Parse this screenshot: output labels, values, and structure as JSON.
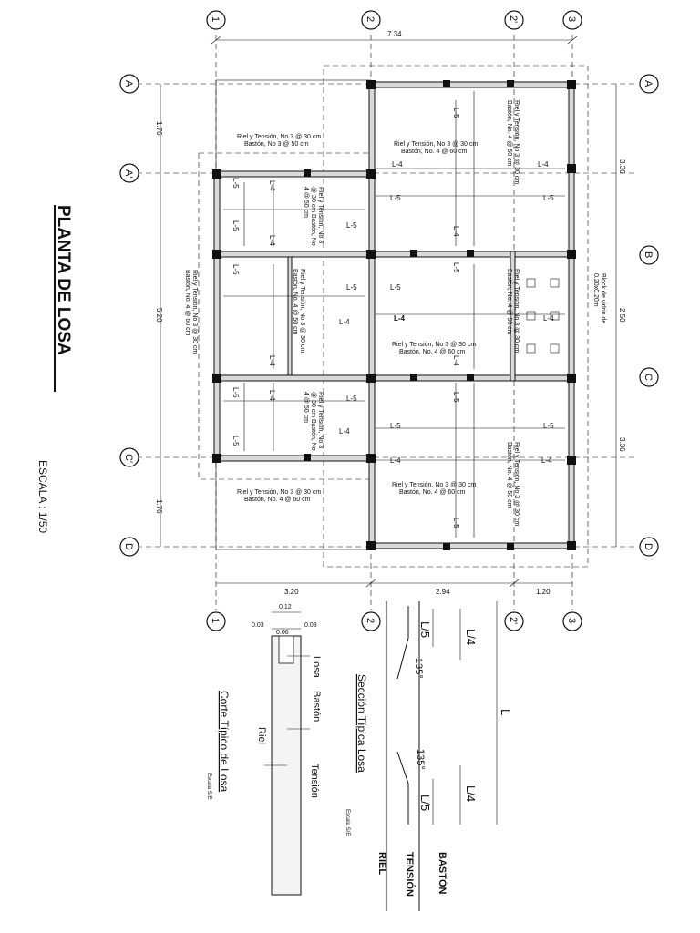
{
  "title": "PLANTA DE LOSA",
  "scale": "ESCALA : 1/50",
  "axes": {
    "top": [
      "1",
      "2",
      "2'",
      "3"
    ],
    "bottom": [
      "1",
      "2",
      "2'",
      "3"
    ],
    "left": [
      "A",
      "A'",
      "C'",
      "D"
    ],
    "right": [
      "A",
      "B",
      "C",
      "D"
    ]
  },
  "dims": {
    "top_total": "7.34",
    "bottom": [
      "3.20",
      "2.94",
      "1.20"
    ],
    "left": [
      "1.76",
      "5.20",
      "1.76"
    ],
    "right": [
      "3.36",
      "2.50",
      "3.36"
    ]
  },
  "notes": {
    "riel_30_baston_60": [
      "Riel y Tensión, No 3 @ 30 cm",
      "Bastón, No. 4 @ 60 cm"
    ],
    "riel_30_baston_50": [
      "Riel y Tensión, No 3 @ 30 cm",
      "Bastón, No 3 @ 50 cm"
    ],
    "riel_vert_1": [
      "Riel y Tensión, No 3",
      "@ 30 cm Bastón, No",
      "4 @ 50 cm"
    ],
    "riel_vert_2": [
      "Riel y Tensión, No 3 @ 30 cm",
      "Bastón, No. 4 @ 60 cm"
    ],
    "riel_vert_3": [
      "Riel y Tensión, No 3 @ 30 cm",
      "Bastón, No. 4 @ 50 cm"
    ],
    "block": [
      "Block de vidrio de",
      "0.20x0.20m"
    ]
  },
  "bar_labels": {
    "l4": "L-4",
    "l5": "L-5"
  },
  "section_losa": {
    "title": "Sección Típica Losa",
    "scale": "Escala S/E",
    "l4": "L/4",
    "l5": "L/5",
    "l": "L",
    "angle": "135°",
    "baston": "BASTÓN",
    "tension": "TENSIÓN",
    "riel": "RIEL"
  },
  "section_corte": {
    "title": "Corte Típico de Losa",
    "scale": "Escala S/E",
    "dims": [
      "0.12",
      "0.03",
      "0.06",
      "0.03"
    ],
    "losa": "Losa",
    "baston": "Bastón",
    "tension": "Tensión",
    "riel": "Riel"
  }
}
